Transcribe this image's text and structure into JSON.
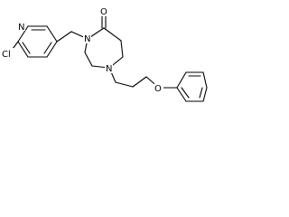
{
  "molecule": {
    "atoms": {
      "cl": "Cl",
      "pyridine_n": "N",
      "carbonyl_o": "O",
      "amide_n": "N",
      "amine_n": "N",
      "ether_o": "O"
    }
  }
}
